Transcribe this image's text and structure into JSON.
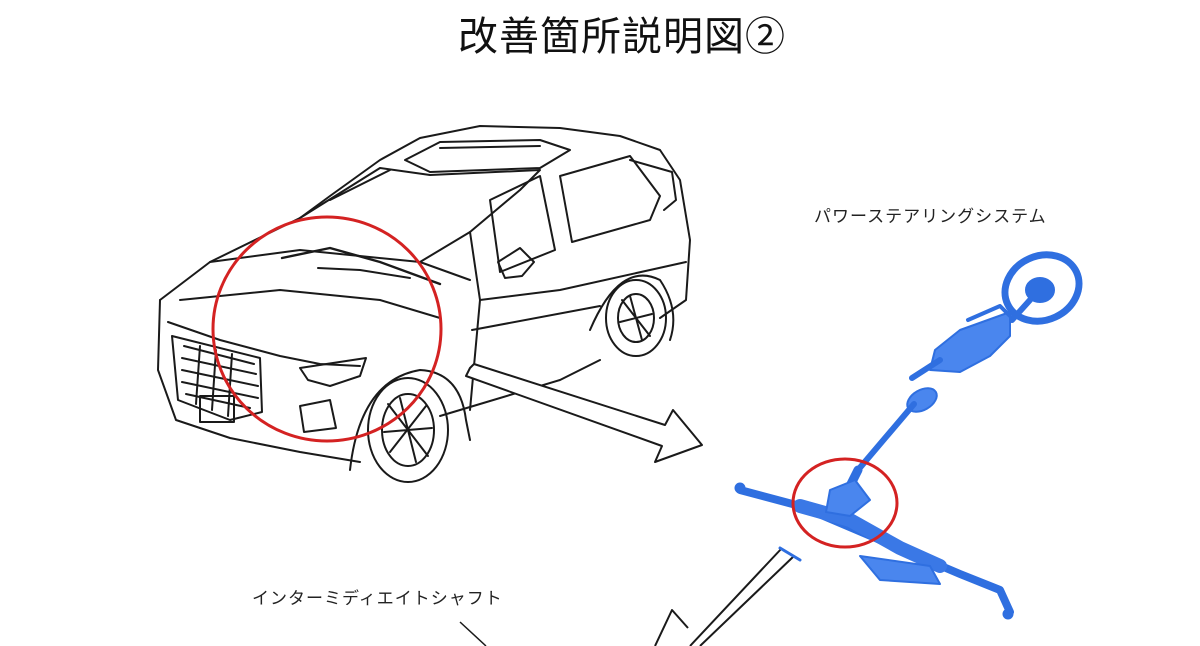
{
  "title": "改善箇所説明図②",
  "labels": {
    "power_steering_system": "パワーステアリングシステム",
    "intermediate_shaft": "インターミディエイトシャフト"
  },
  "colors": {
    "highlight_circle": "#d42222",
    "steering_parts": "#2f6fe0",
    "line_art": "#1a1a1a"
  }
}
